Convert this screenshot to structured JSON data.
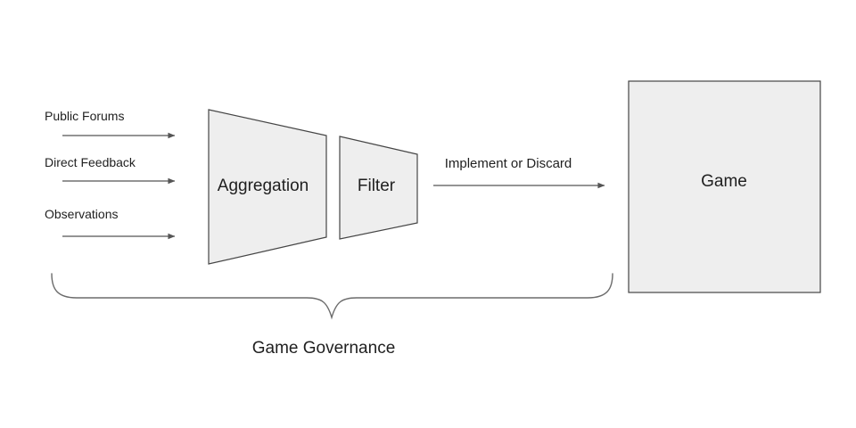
{
  "diagram": {
    "title_implicit": "Game feedback pipeline",
    "inputs": [
      {
        "label": "Public Forums"
      },
      {
        "label": "Direct Feedback"
      },
      {
        "label": "Observations"
      }
    ],
    "stages": {
      "aggregation_label": "Aggregation",
      "filter_label": "Filter"
    },
    "flow_label": "Implement or Discard",
    "target_label": "Game",
    "brace_label": "Game Governance",
    "colors": {
      "background": "#ffffff",
      "shape_fill": "#eeeeee",
      "shape_stroke": "#454545",
      "arrow": "#555555",
      "brace": "#6b6b6b",
      "text": "#1f1f1f"
    }
  }
}
